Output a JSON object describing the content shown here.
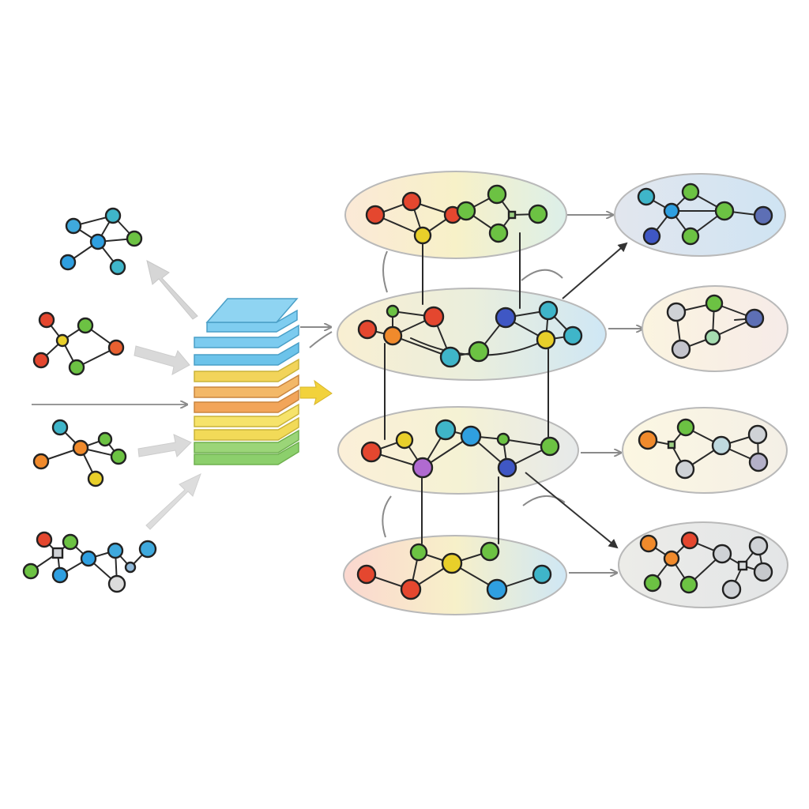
{
  "colors": {
    "red": "#e4472f",
    "orange": "#f08a2c",
    "yellow": "#e8cf2a",
    "green": "#6cc243",
    "teal": "#3fb5c9",
    "blue": "#2f9fe0",
    "navy": "#3f57c4",
    "purple": "#b06ad0",
    "gray": "#cfd2d6",
    "light_green": "#a6dcb0",
    "arrow_gray": "#cfcfcf",
    "arrow_yellow": "#f2d23c",
    "stack_blue": "#6cc3ea",
    "stack_orange": "#f2a55a",
    "stack_yellow": "#f2da58",
    "stack_green": "#8ccf6c"
  },
  "diagram": {
    "input_graphs": [
      {
        "name": "input-graph-1",
        "nodes": [
          "blue",
          "teal",
          "blue",
          "green",
          "blue",
          "blue"
        ]
      },
      {
        "name": "input-graph-2",
        "nodes": [
          "red",
          "green",
          "yellow",
          "red",
          "red",
          "green"
        ]
      },
      {
        "name": "input-graph-3",
        "nodes": [
          "teal",
          "orange",
          "green",
          "red",
          "green",
          "yellow"
        ]
      },
      {
        "name": "input-graph-4",
        "nodes": [
          "red",
          "green",
          "gray",
          "green",
          "blue",
          "blue",
          "blue",
          "gray",
          "blue"
        ]
      }
    ],
    "layer_stack": [
      "stack_green",
      "stack_green",
      "stack_yellow",
      "stack_orange",
      "stack_orange",
      "stack_yellow",
      "stack_blue",
      "stack_blue",
      "stack_blue"
    ],
    "hidden_layers": [
      {
        "name": "hidden-layer-1",
        "gradient": [
          "#fbe9d7",
          "#f7f1c8",
          "#dcefe9"
        ]
      },
      {
        "name": "hidden-layer-2",
        "gradient": [
          "#f9efd2",
          "#eaeedc",
          "#cfe7f5"
        ]
      },
      {
        "name": "hidden-layer-3",
        "gradient": [
          "#fbefd8",
          "#f5f2d4",
          "#e6e9ea"
        ]
      },
      {
        "name": "hidden-layer-4",
        "gradient": [
          "#fbd7cf",
          "#f7f0c9",
          "#cfe7f5"
        ]
      }
    ],
    "output_graphs": [
      {
        "name": "output-graph-1",
        "fill": "#dce6f1"
      },
      {
        "name": "output-graph-2",
        "fill": "#f7efe4"
      },
      {
        "name": "output-graph-3",
        "fill": "#fbf6e4"
      },
      {
        "name": "output-graph-4",
        "fill": "#e9eaea"
      }
    ]
  }
}
